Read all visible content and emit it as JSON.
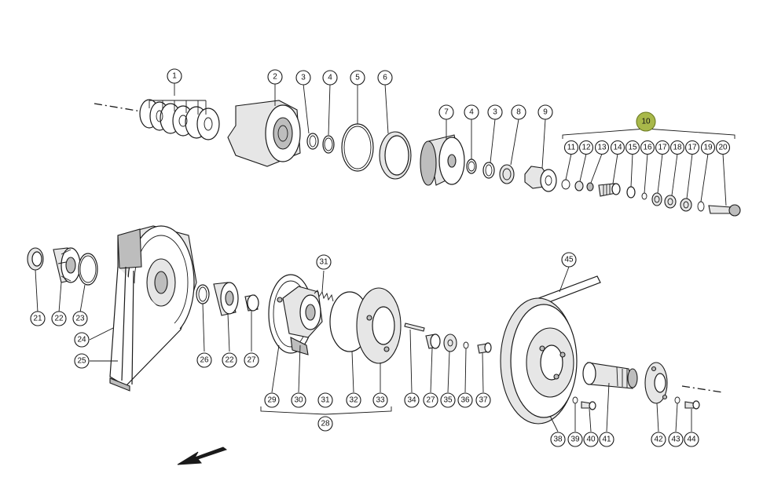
{
  "highlight_color": "#a8b84a",
  "direction_arrow": "arrow-icon",
  "callouts": {
    "c1": "1",
    "c2": "2",
    "c3a": "3",
    "c4a": "4",
    "c5": "5",
    "c6": "6",
    "c7": "7",
    "c4b": "4",
    "c3b": "3",
    "c8": "8",
    "c9": "9",
    "c10": "10",
    "c11": "11",
    "c12": "12",
    "c13": "13",
    "c14": "14",
    "c15": "15",
    "c16": "16",
    "c17a": "17",
    "c18": "18",
    "c17b": "17",
    "c19": "19",
    "c20": "20",
    "c21": "21",
    "c22a": "22",
    "c23": "23",
    "c24": "24",
    "c25": "25",
    "c26": "26",
    "c22b": "22",
    "c27a": "27",
    "c31a": "31",
    "c29": "29",
    "c30": "30",
    "c31b": "31",
    "c32": "32",
    "c33": "33",
    "c28": "28",
    "c34": "34",
    "c27b": "27",
    "c35": "35",
    "c36": "36",
    "c37": "37",
    "c45": "45",
    "c38": "38",
    "c39": "39",
    "c40": "40",
    "c41": "41",
    "c42": "42",
    "c43": "43",
    "c44": "44"
  }
}
